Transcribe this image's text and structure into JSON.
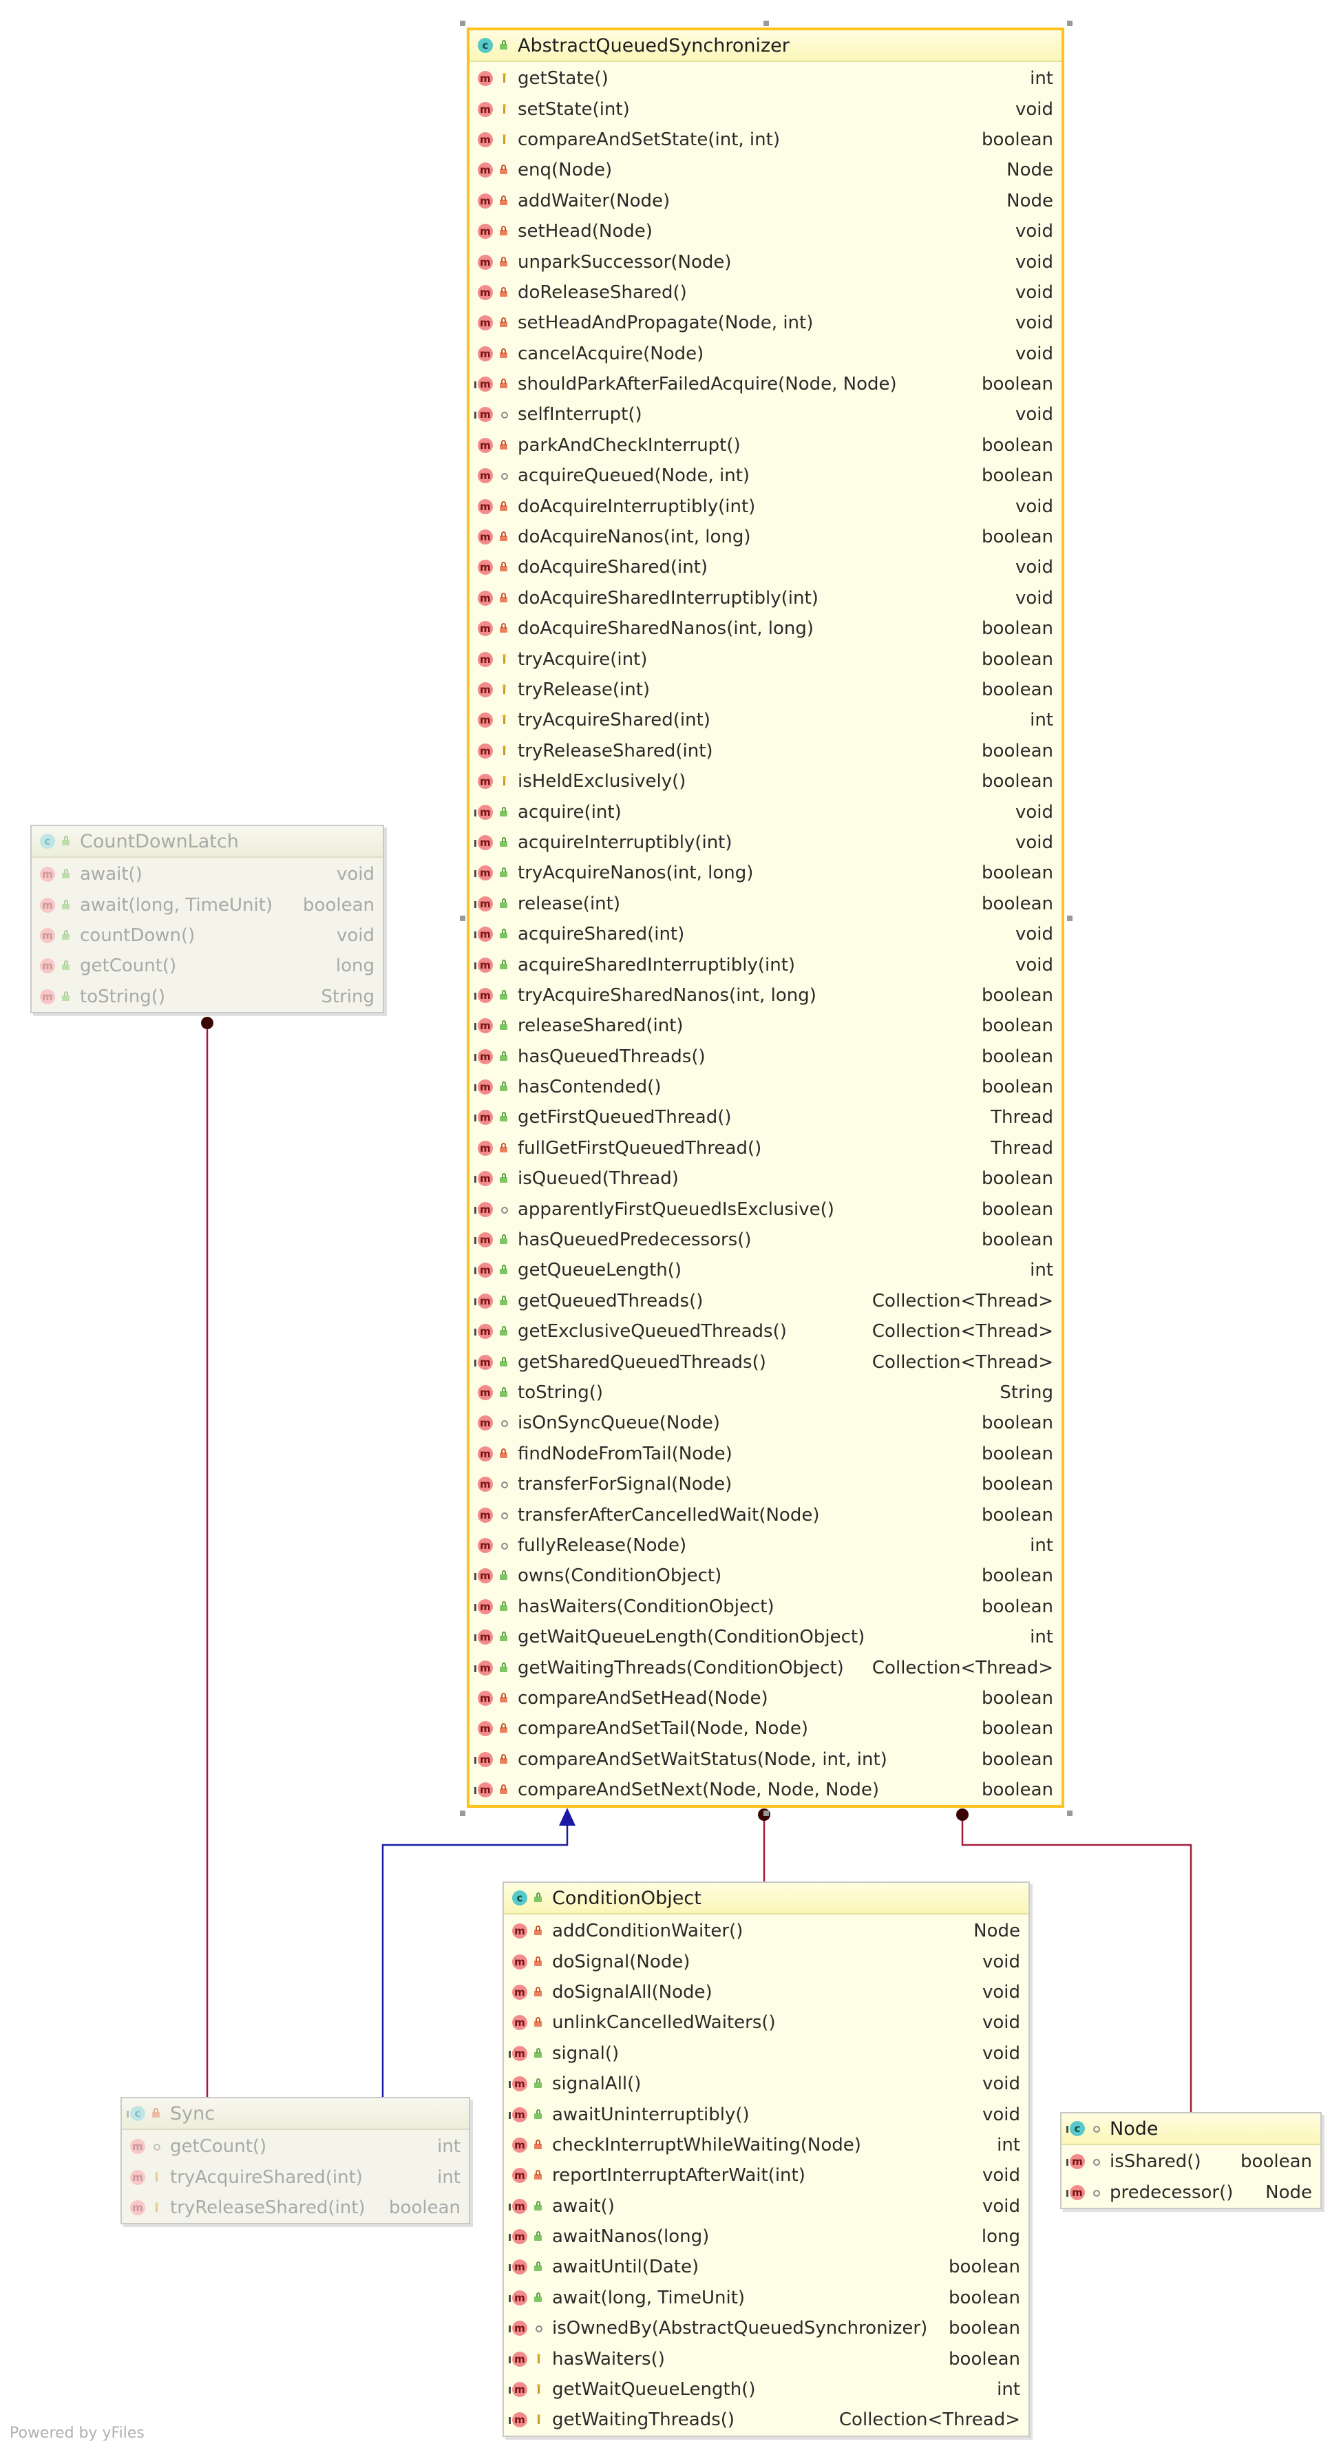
{
  "diagram": {
    "footer": "Powered by yFiles",
    "classes": {
      "aqs": {
        "name": "AbstractQueuedSynchronizer",
        "kind": "class",
        "visibility": "public",
        "methods": [
          {
            "name": "getState()",
            "type": "int",
            "vis": "prot"
          },
          {
            "name": "setState(int)",
            "type": "void",
            "vis": "prot"
          },
          {
            "name": "compareAndSetState(int, int)",
            "type": "boolean",
            "vis": "prot"
          },
          {
            "name": "enq(Node)",
            "type": "Node",
            "vis": "priv"
          },
          {
            "name": "addWaiter(Node)",
            "type": "Node",
            "vis": "priv"
          },
          {
            "name": "setHead(Node)",
            "type": "void",
            "vis": "priv"
          },
          {
            "name": "unparkSuccessor(Node)",
            "type": "void",
            "vis": "priv"
          },
          {
            "name": "doReleaseShared()",
            "type": "void",
            "vis": "priv"
          },
          {
            "name": "setHeadAndPropagate(Node, int)",
            "type": "void",
            "vis": "priv"
          },
          {
            "name": "cancelAcquire(Node)",
            "type": "void",
            "vis": "priv"
          },
          {
            "name": "shouldParkAfterFailedAcquire(Node, Node)",
            "type": "boolean",
            "vis": "priv",
            "ovr": true
          },
          {
            "name": "selfInterrupt()",
            "type": "void",
            "vis": "pkg",
            "ovr": true
          },
          {
            "name": "parkAndCheckInterrupt()",
            "type": "boolean",
            "vis": "priv"
          },
          {
            "name": "acquireQueued(Node, int)",
            "type": "boolean",
            "vis": "pkg"
          },
          {
            "name": "doAcquireInterruptibly(int)",
            "type": "void",
            "vis": "priv"
          },
          {
            "name": "doAcquireNanos(int, long)",
            "type": "boolean",
            "vis": "priv"
          },
          {
            "name": "doAcquireShared(int)",
            "type": "void",
            "vis": "priv"
          },
          {
            "name": "doAcquireSharedInterruptibly(int)",
            "type": "void",
            "vis": "priv"
          },
          {
            "name": "doAcquireSharedNanos(int, long)",
            "type": "boolean",
            "vis": "priv"
          },
          {
            "name": "tryAcquire(int)",
            "type": "boolean",
            "vis": "prot"
          },
          {
            "name": "tryRelease(int)",
            "type": "boolean",
            "vis": "prot"
          },
          {
            "name": "tryAcquireShared(int)",
            "type": "int",
            "vis": "prot"
          },
          {
            "name": "tryReleaseShared(int)",
            "type": "boolean",
            "vis": "prot"
          },
          {
            "name": "isHeldExclusively()",
            "type": "boolean",
            "vis": "prot"
          },
          {
            "name": "acquire(int)",
            "type": "void",
            "vis": "pub",
            "ovr": true
          },
          {
            "name": "acquireInterruptibly(int)",
            "type": "void",
            "vis": "pub",
            "ovr": true
          },
          {
            "name": "tryAcquireNanos(int, long)",
            "type": "boolean",
            "vis": "pub",
            "ovr": true
          },
          {
            "name": "release(int)",
            "type": "boolean",
            "vis": "pub",
            "ovr": true
          },
          {
            "name": "acquireShared(int)",
            "type": "void",
            "vis": "pub",
            "ovr": true
          },
          {
            "name": "acquireSharedInterruptibly(int)",
            "type": "void",
            "vis": "pub",
            "ovr": true
          },
          {
            "name": "tryAcquireSharedNanos(int, long)",
            "type": "boolean",
            "vis": "pub",
            "ovr": true
          },
          {
            "name": "releaseShared(int)",
            "type": "boolean",
            "vis": "pub",
            "ovr": true
          },
          {
            "name": "hasQueuedThreads()",
            "type": "boolean",
            "vis": "pub",
            "ovr": true
          },
          {
            "name": "hasContended()",
            "type": "boolean",
            "vis": "pub",
            "ovr": true
          },
          {
            "name": "getFirstQueuedThread()",
            "type": "Thread",
            "vis": "pub",
            "ovr": true
          },
          {
            "name": "fullGetFirstQueuedThread()",
            "type": "Thread",
            "vis": "priv"
          },
          {
            "name": "isQueued(Thread)",
            "type": "boolean",
            "vis": "pub",
            "ovr": true
          },
          {
            "name": "apparentlyFirstQueuedIsExclusive()",
            "type": "boolean",
            "vis": "pkg",
            "ovr": true
          },
          {
            "name": "hasQueuedPredecessors()",
            "type": "boolean",
            "vis": "pub",
            "ovr": true
          },
          {
            "name": "getQueueLength()",
            "type": "int",
            "vis": "pub",
            "ovr": true
          },
          {
            "name": "getQueuedThreads()",
            "type": "Collection<Thread>",
            "vis": "pub",
            "ovr": true
          },
          {
            "name": "getExclusiveQueuedThreads()",
            "type": "Collection<Thread>",
            "vis": "pub",
            "ovr": true
          },
          {
            "name": "getSharedQueuedThreads()",
            "type": "Collection<Thread>",
            "vis": "pub",
            "ovr": true
          },
          {
            "name": "toString()",
            "type": "String",
            "vis": "pub"
          },
          {
            "name": "isOnSyncQueue(Node)",
            "type": "boolean",
            "vis": "pkg"
          },
          {
            "name": "findNodeFromTail(Node)",
            "type": "boolean",
            "vis": "priv"
          },
          {
            "name": "transferForSignal(Node)",
            "type": "boolean",
            "vis": "pkg"
          },
          {
            "name": "transferAfterCancelledWait(Node)",
            "type": "boolean",
            "vis": "pkg"
          },
          {
            "name": "fullyRelease(Node)",
            "type": "int",
            "vis": "pkg"
          },
          {
            "name": "owns(ConditionObject)",
            "type": "boolean",
            "vis": "pub",
            "ovr": true
          },
          {
            "name": "hasWaiters(ConditionObject)",
            "type": "boolean",
            "vis": "pub",
            "ovr": true
          },
          {
            "name": "getWaitQueueLength(ConditionObject)",
            "type": "int",
            "vis": "pub",
            "ovr": true
          },
          {
            "name": "getWaitingThreads(ConditionObject)",
            "type": "Collection<Thread>",
            "vis": "pub",
            "ovr": true
          },
          {
            "name": "compareAndSetHead(Node)",
            "type": "boolean",
            "vis": "priv"
          },
          {
            "name": "compareAndSetTail(Node, Node)",
            "type": "boolean",
            "vis": "priv"
          },
          {
            "name": "compareAndSetWaitStatus(Node, int, int)",
            "type": "boolean",
            "vis": "priv",
            "ovr": true
          },
          {
            "name": "compareAndSetNext(Node, Node, Node)",
            "type": "boolean",
            "vis": "priv",
            "ovr": true
          }
        ]
      },
      "countdownlatch": {
        "name": "CountDownLatch",
        "kind": "class",
        "visibility": "public",
        "methods": [
          {
            "name": "await()",
            "type": "void",
            "vis": "pub"
          },
          {
            "name": "await(long, TimeUnit)",
            "type": "boolean",
            "vis": "pub"
          },
          {
            "name": "countDown()",
            "type": "void",
            "vis": "pub"
          },
          {
            "name": "getCount()",
            "type": "long",
            "vis": "pub"
          },
          {
            "name": "toString()",
            "type": "String",
            "vis": "pub"
          }
        ]
      },
      "conditionobject": {
        "name": "ConditionObject",
        "kind": "class",
        "visibility": "public",
        "methods": [
          {
            "name": "addConditionWaiter()",
            "type": "Node",
            "vis": "priv"
          },
          {
            "name": "doSignal(Node)",
            "type": "void",
            "vis": "priv"
          },
          {
            "name": "doSignalAll(Node)",
            "type": "void",
            "vis": "priv"
          },
          {
            "name": "unlinkCancelledWaiters()",
            "type": "void",
            "vis": "priv"
          },
          {
            "name": "signal()",
            "type": "void",
            "vis": "pub",
            "ovr": true
          },
          {
            "name": "signalAll()",
            "type": "void",
            "vis": "pub",
            "ovr": true
          },
          {
            "name": "awaitUninterruptibly()",
            "type": "void",
            "vis": "pub",
            "ovr": true
          },
          {
            "name": "checkInterruptWhileWaiting(Node)",
            "type": "int",
            "vis": "priv"
          },
          {
            "name": "reportInterruptAfterWait(int)",
            "type": "void",
            "vis": "priv"
          },
          {
            "name": "await()",
            "type": "void",
            "vis": "pub",
            "ovr": true
          },
          {
            "name": "awaitNanos(long)",
            "type": "long",
            "vis": "pub",
            "ovr": true
          },
          {
            "name": "awaitUntil(Date)",
            "type": "boolean",
            "vis": "pub",
            "ovr": true
          },
          {
            "name": "await(long, TimeUnit)",
            "type": "boolean",
            "vis": "pub",
            "ovr": true
          },
          {
            "name": "isOwnedBy(AbstractQueuedSynchronizer)",
            "type": "boolean",
            "vis": "pkg",
            "ovr": true
          },
          {
            "name": "hasWaiters()",
            "type": "boolean",
            "vis": "prot",
            "ovr": true
          },
          {
            "name": "getWaitQueueLength()",
            "type": "int",
            "vis": "prot",
            "ovr": true
          },
          {
            "name": "getWaitingThreads()",
            "type": "Collection<Thread>",
            "vis": "prot",
            "ovr": true
          }
        ]
      },
      "sync": {
        "name": "Sync",
        "kind": "class",
        "visibility": "private",
        "methods": [
          {
            "name": "getCount()",
            "type": "int",
            "vis": "pkg"
          },
          {
            "name": "tryAcquireShared(int)",
            "type": "int",
            "vis": "prot"
          },
          {
            "name": "tryReleaseShared(int)",
            "type": "boolean",
            "vis": "prot"
          }
        ]
      },
      "node": {
        "name": "Node",
        "kind": "class",
        "visibility": "package",
        "methods": [
          {
            "name": "isShared()",
            "type": "boolean",
            "vis": "pkg",
            "ovr": true
          },
          {
            "name": "predecessor()",
            "type": "Node",
            "vis": "pkg",
            "ovr": true
          }
        ]
      }
    },
    "colors": {
      "inheritance_edge": "#1a1aa6",
      "inner_class_edge": "#a21d3a",
      "selection_border": "#ffc21a"
    }
  }
}
